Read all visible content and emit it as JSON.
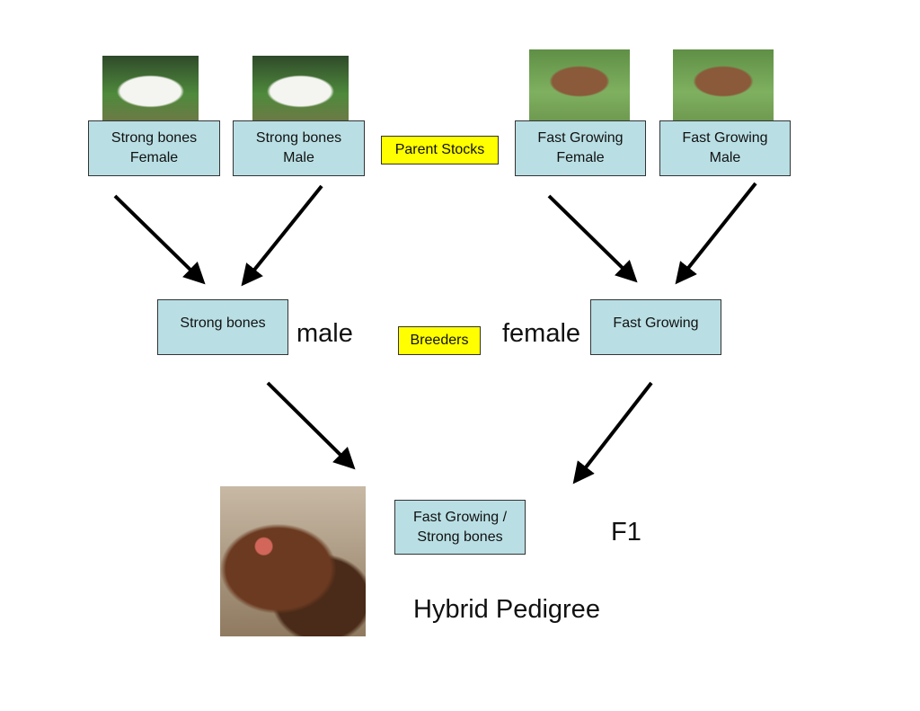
{
  "parents": [
    {
      "label": "Strong bones\nFemale",
      "photo": "white-chicken-photo"
    },
    {
      "label": "Strong bones\nMale",
      "photo": "white-chicken-photo"
    },
    {
      "label": "Fast Growing\nFemale",
      "photo": "brown-chicken-photo"
    },
    {
      "label": "Fast Growing\nMale",
      "photo": "brown-chicken-photo"
    }
  ],
  "parent_stocks_label": "Parent Stocks",
  "breeders": {
    "left": "Strong bones",
    "left_sex": "male",
    "label": "Breeders",
    "right_sex": "female",
    "right": "Fast Growing"
  },
  "f1": {
    "box": "Fast Growing /\n Strong bones",
    "label": "F1",
    "title": "Hybrid Pedigree"
  },
  "colors": {
    "box": "#b9dfe4",
    "tag": "#ffff00"
  }
}
